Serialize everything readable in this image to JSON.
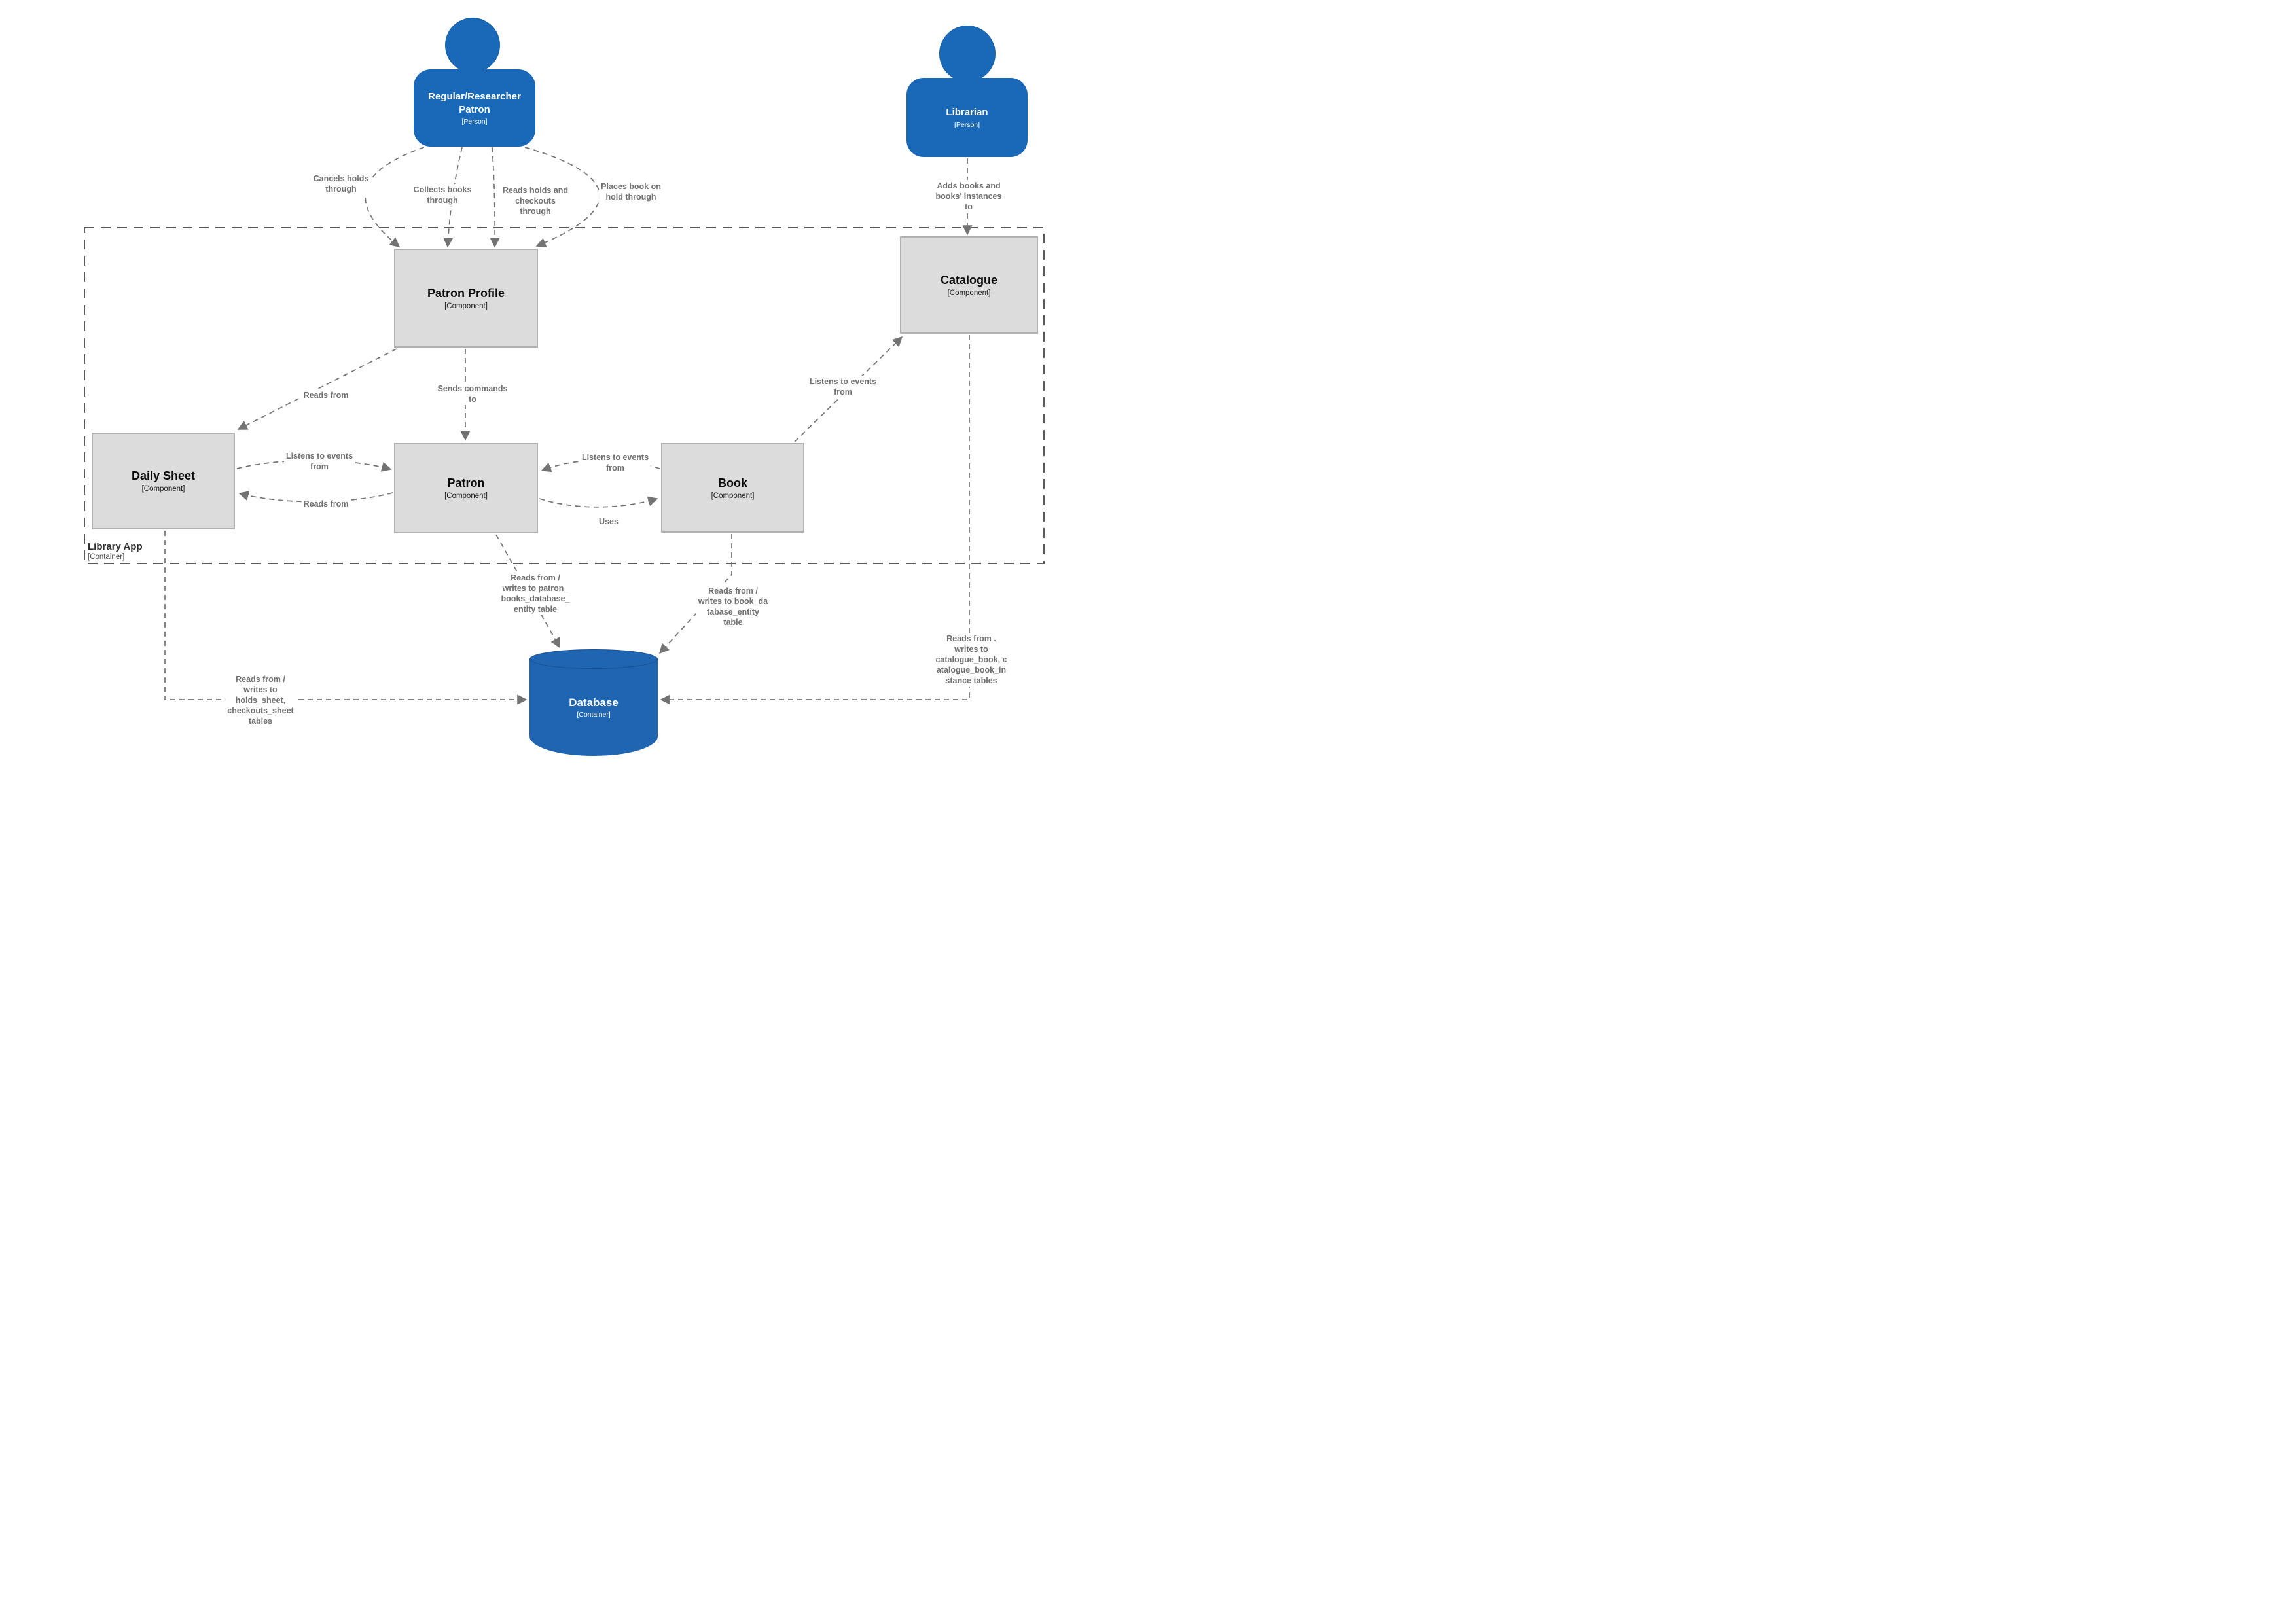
{
  "colors": {
    "person_fill": "#1a69b8",
    "database_fill": "#1f65b2",
    "component_fill": "#dcdcdc",
    "component_border": "#b1b1b1",
    "relationship_gray": "#707070",
    "boundary_gray": "#5a5a5a"
  },
  "nodes": {
    "patron_person": {
      "name": "Regular/Researcher\nPatron",
      "meta": "[Person]"
    },
    "librarian": {
      "name": "Librarian",
      "meta": "[Person]"
    },
    "patron_profile": {
      "name": "Patron Profile",
      "meta": "[Component]"
    },
    "catalogue": {
      "name": "Catalogue",
      "meta": "[Component]"
    },
    "daily_sheet": {
      "name": "Daily Sheet",
      "meta": "[Component]"
    },
    "patron": {
      "name": "Patron",
      "meta": "[Component]"
    },
    "book": {
      "name": "Book",
      "meta": "[Component]"
    },
    "database": {
      "name": "Database",
      "meta": "[Container]"
    },
    "boundary": {
      "name": "Library App",
      "meta": "[Container]"
    }
  },
  "edges": {
    "cancels_holds": {
      "label": "Cancels holds\nthrough"
    },
    "collects_books": {
      "label": "Collects books\nthrough"
    },
    "reads_holds_checkouts": {
      "label": "Reads holds and\ncheckouts\nthrough"
    },
    "places_hold": {
      "label": "Places book on\nhold through"
    },
    "adds_books": {
      "label": "Adds books and\nbooks' instances\nto"
    },
    "profile_reads_from": {
      "label": "Reads from"
    },
    "sends_commands": {
      "label": "Sends commands\nto"
    },
    "sheet_listens": {
      "label": "Listens to events\nfrom"
    },
    "sheet_reads": {
      "label": "Reads from"
    },
    "book_listens_patron": {
      "label": "Listens to events\nfrom"
    },
    "uses": {
      "label": "Uses"
    },
    "book_listens_catalogue": {
      "label": "Listens to events\nfrom"
    },
    "patron_db": {
      "label": "Reads from /\nwrites to patron_\nbooks_database_\nentity table"
    },
    "book_db": {
      "label": "Reads from /\nwrites to book_da\ntabase_entity\ntable"
    },
    "catalogue_db": {
      "label": "Reads from .\nwrites to\ncatalogue_book, c\natalogue_book_in\nstance tables"
    },
    "sheet_db": {
      "label": "Reads from /\nwrites to\nholds_sheet,\ncheckouts_sheet\ntables"
    }
  }
}
